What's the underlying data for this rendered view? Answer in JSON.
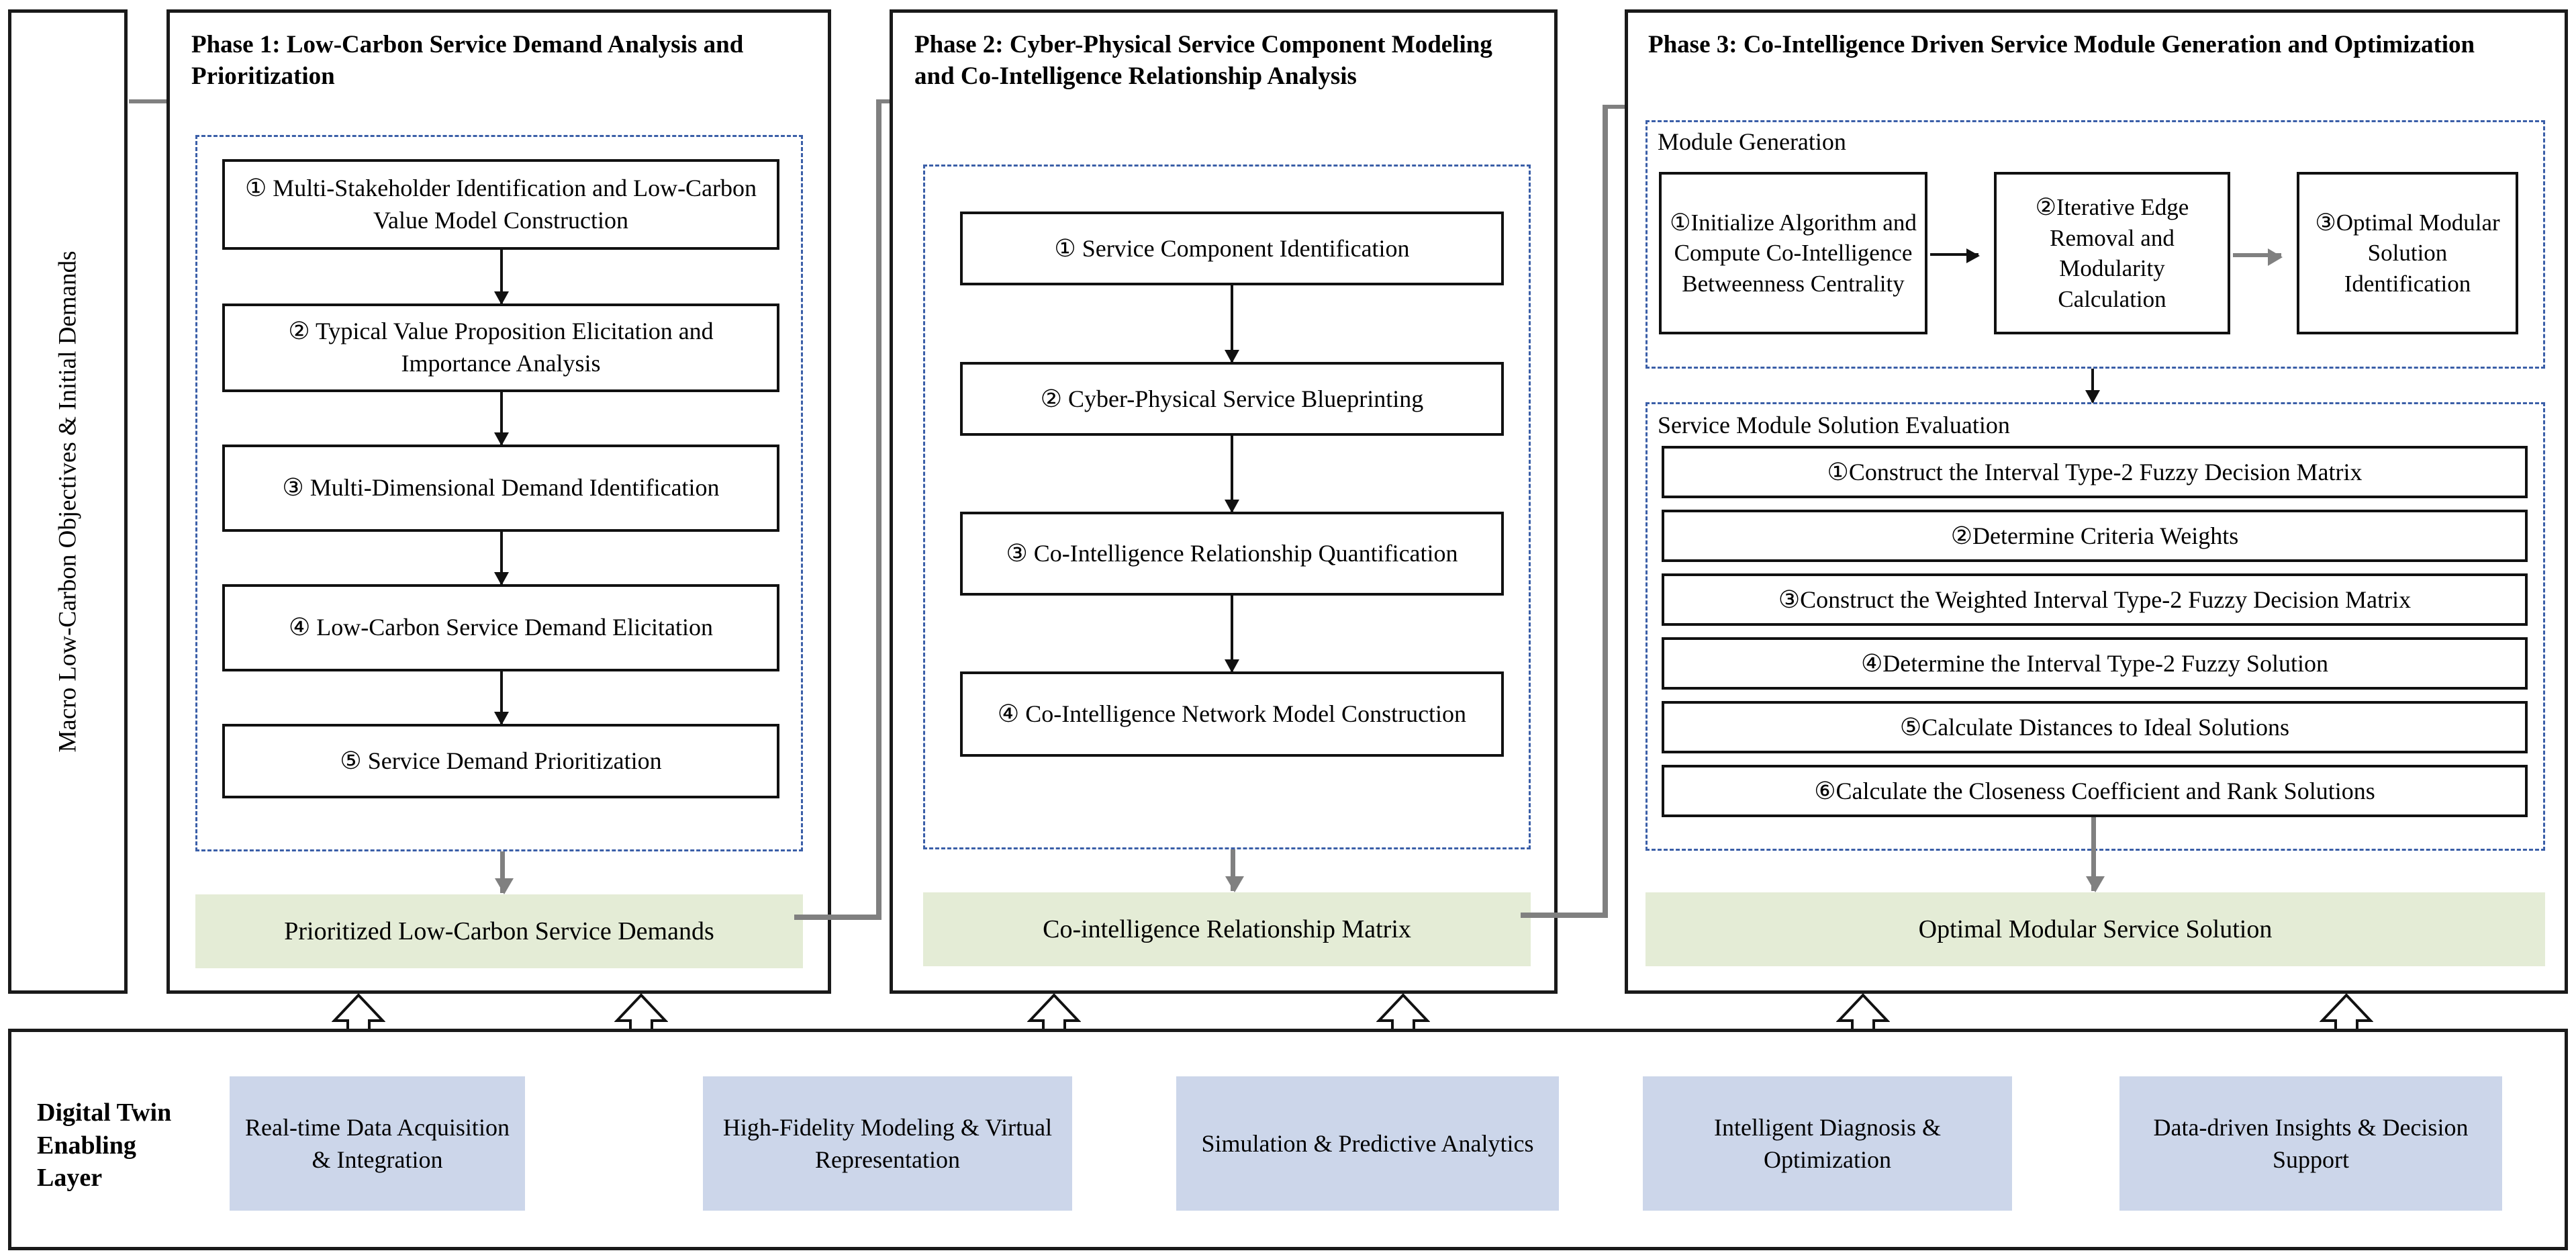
{
  "macro": {
    "label": "Macro Low-Carbon Objectives & Initial Demands"
  },
  "phase1": {
    "title": "Phase 1: Low-Carbon Service Demand Analysis and Prioritization",
    "steps": [
      "① Multi-Stakeholder Identification and Low-Carbon Value Model Construction",
      "② Typical Value Proposition Elicitation and Importance Analysis",
      "③ Multi-Dimensional Demand Identification",
      "④ Low-Carbon Service Demand Elicitation",
      "⑤ Service Demand Prioritization"
    ],
    "result": "Prioritized Low-Carbon Service Demands"
  },
  "phase2": {
    "title": "Phase 2: Cyber-Physical Service Component Modeling and Co-Intelligence Relationship Analysis",
    "steps": [
      "① Service Component Identification",
      "② Cyber-Physical Service Blueprinting",
      "③ Co-Intelligence Relationship Quantification",
      "④ Co-Intelligence Network Model Construction"
    ],
    "result": "Co-intelligence Relationship Matrix"
  },
  "phase3": {
    "title": "Phase 3: Co-Intelligence Driven Service Module Generation and Optimization",
    "module_generation": {
      "caption": "Module Generation",
      "steps": [
        "①Initialize Algorithm and Compute Co-Intelligence Betweenness Centrality",
        "②Iterative Edge Removal and Modularity Calculation",
        "③Optimal Modular Solution Identification"
      ]
    },
    "solution_evaluation": {
      "caption": "Service Module Solution Evaluation",
      "steps": [
        "①Construct the Interval Type-2 Fuzzy Decision Matrix",
        "②Determine Criteria Weights",
        "③Construct the Weighted Interval Type-2 Fuzzy Decision Matrix",
        "④Determine the Interval Type-2 Fuzzy Solution",
        "⑤Calculate Distances to Ideal Solutions",
        "⑥Calculate the Closeness Coefficient and Rank Solutions"
      ]
    },
    "result": "Optimal Modular Service Solution"
  },
  "digital_twin": {
    "title": "Digital Twin Enabling Layer",
    "cards": [
      "Real-time Data Acquisition & Integration",
      "High-Fidelity Modeling & Virtual Representation",
      "Simulation & Predictive Analytics",
      "Intelligent Diagnosis & Optimization",
      "Data-driven Insights & Decision Support"
    ]
  },
  "colors": {
    "result_green": "#e4ecd6",
    "dt_card_blue": "#ccd6ea",
    "dashed_blue": "#3b5fa8",
    "connector_gray": "#808080",
    "outline_black": "#111111"
  }
}
